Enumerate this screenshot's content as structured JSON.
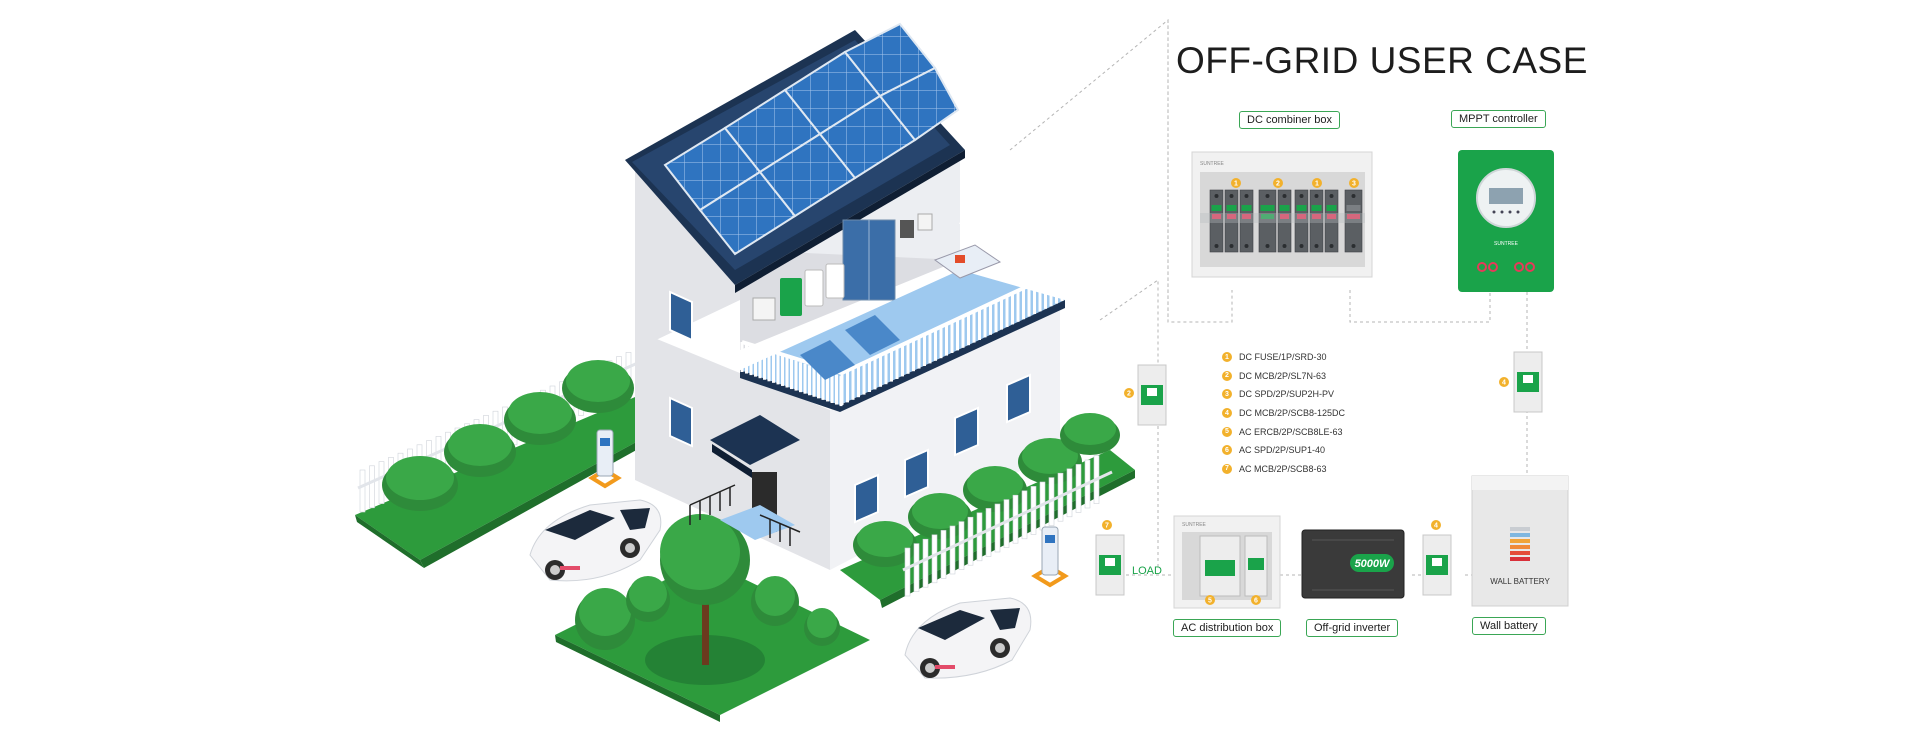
{
  "title": "OFF-GRID USER CASE",
  "labels": {
    "dc_combiner": "DC combiner box",
    "mppt": "MPPT controller",
    "ac_distribution": "AC distribution box",
    "inverter": "Off-grid inverter",
    "wall_battery": "Wall battery",
    "load": "LOAD",
    "inverter_power": "5000W",
    "battery_panel": "WALL BATTERY"
  },
  "legend": [
    {
      "num": "1",
      "text": "DC FUSE/1P/SRD-30"
    },
    {
      "num": "2",
      "text": "DC MCB/2P/SL7N-63"
    },
    {
      "num": "3",
      "text": "DC SPD/2P/SUP2H-PV"
    },
    {
      "num": "4",
      "text": "DC MCB/2P/SCB8-125DC"
    },
    {
      "num": "5",
      "text": "AC ERCB/2P/SCB8LE-63"
    },
    {
      "num": "6",
      "text": "AC SPD/2P/SUP1-40"
    },
    {
      "num": "7",
      "text": "AC MCB/2P/SCB8-63"
    }
  ],
  "colors": {
    "accent_green": "#1aa34a",
    "badge_orange": "#f2b12c",
    "solar_blue": "#2f74c0",
    "roof_navy": "#1c3352"
  }
}
